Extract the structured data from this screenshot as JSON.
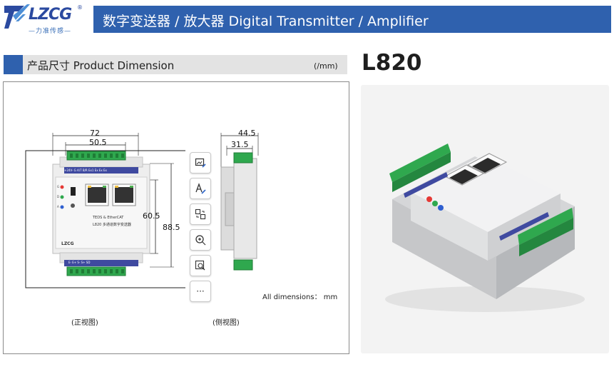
{
  "brand": {
    "name": "LZCG",
    "reg": "®",
    "subtitle": "—力准传感—"
  },
  "header": {
    "title": "数字变送器 / 放大器  Digital Transmitter / Amplifier"
  },
  "section": {
    "title": "产品尺寸 Product Dimension",
    "unit": "(/mm)"
  },
  "model": "L820",
  "drawing": {
    "front": {
      "dim_width_outer": "72",
      "dim_width_inner": "50.5",
      "dim_height_inner": "60.5",
      "dim_height_outer": "88.5",
      "terminal_top": "+24V-  G  A/T  B/R  Ex1  Ex  Ex  Ex",
      "terminal_bottom": "E-  E+  S-  S+  SD",
      "tag_line1": "TEDS & EtherCAT",
      "tag_line2": "L820 多通道数字变送器",
      "led_labels": [
        "G",
        "D",
        "A"
      ],
      "brand_mark": "LZCG",
      "caption": "(正视图)"
    },
    "side": {
      "dim_width_outer": "44.5",
      "dim_width_inner": "31.5",
      "caption": "(侧视图)"
    },
    "note": "All dimensions： mm",
    "toolbar": [
      "image-edit",
      "text-annotate",
      "convert",
      "zoom-in",
      "image-search",
      "more"
    ],
    "toolbar_more": "···"
  },
  "colors": {
    "accent": "#2f61ae",
    "terminal": "#2fa84e"
  }
}
